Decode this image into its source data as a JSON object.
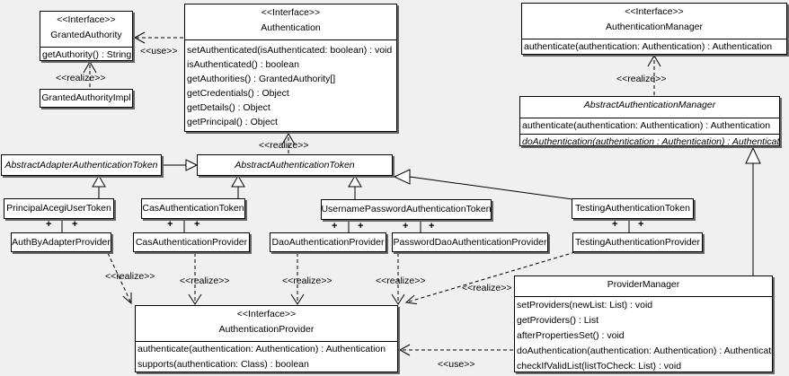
{
  "labels": {
    "interface_stereotype": "<<Interface>>",
    "realize": "<<realize>>",
    "use": "<<use>>",
    "plus": "+"
  },
  "colors": {
    "background": "#f0f0f0",
    "box_fill": "#ffffff",
    "box_border": "#000000",
    "box_shadow": "#666666"
  },
  "classes": {
    "granted_authority": {
      "stereotype": "<<Interface>>",
      "name": "GrantedAuthority",
      "methods": [
        "getAuthority() : String"
      ]
    },
    "granted_authority_impl": {
      "name": "GrantedAuthorityImpl"
    },
    "authentication": {
      "stereotype": "<<Interface>>",
      "name": "Authentication",
      "methods": [
        "setAuthenticated(isAuthenticated: boolean) : void",
        "isAuthenticated() : boolean",
        "getAuthorities() : GrantedAuthority[]",
        "getCredentials() : Object",
        "getDetails() : Object",
        "getPrincipal() : Object"
      ]
    },
    "authentication_manager": {
      "stereotype": "<<Interface>>",
      "name": "AuthenticationManager",
      "methods": [
        "authenticate(authentication: Authentication) : Authentication"
      ]
    },
    "abstract_authentication_manager": {
      "name": "AbstractAuthenticationManager",
      "methods": [
        "authenticate(authentication: Authentication) : Authentication",
        "doAuthentication(authentication : Authentication) : Authentication"
      ]
    },
    "abstract_adapter_authentication_token": {
      "name": "AbstractAdapterAuthenticationToken"
    },
    "abstract_authentication_token": {
      "name": "AbstractAuthenticationToken"
    },
    "principal_acegi_user_token": {
      "name": "PrincipalAcegiUserToken"
    },
    "cas_authentication_token": {
      "name": "CasAuthenticationToken"
    },
    "username_password_authentication_token": {
      "name": "UsernamePasswordAuthenticationToken"
    },
    "testing_authentication_token": {
      "name": "TestingAuthenticationToken"
    },
    "auth_by_adapter_provider": {
      "name": "AuthByAdapterProvider"
    },
    "cas_authentication_provider": {
      "name": "CasAuthenticationProvider"
    },
    "dao_authentication_provider": {
      "name": "DaoAuthenticationProvider"
    },
    "password_dao_authentication_provider": {
      "name": "PasswordDaoAuthenticationProvider"
    },
    "testing_authentication_provider": {
      "name": "TestingAuthenticationProvider"
    },
    "authentication_provider": {
      "stereotype": "<<Interface>>",
      "name": "AuthenticationProvider",
      "methods": [
        "authenticate(authentication: Authentication) : Authentication",
        "supports(authentication: Class) : boolean"
      ]
    },
    "provider_manager": {
      "name": "ProviderManager",
      "methods": [
        "setProviders(newList: List) : void",
        "getProviders() : List",
        "afterPropertiesSet() : void",
        "doAuthentication(authentication: Authentication) : Authentication",
        "checkIfValidList(listToCheck: List) : void"
      ]
    }
  }
}
